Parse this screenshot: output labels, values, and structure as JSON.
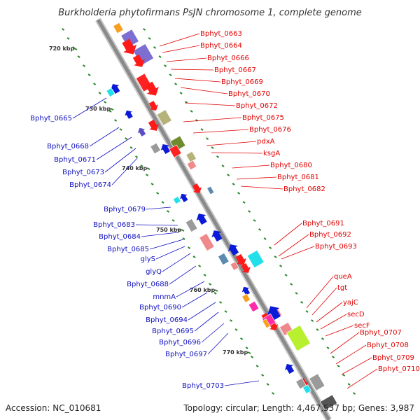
{
  "title": "Burkholderia phytofirmans PsJN chromosome 1, complete genome",
  "footer": {
    "accession": "Accession: NC_010681",
    "topology": "Topology: circular; Length: 4,467,537 bp; Genes: 3,987"
  },
  "colors": {
    "backbone": "#8a8a8a",
    "forward_label": "#e00000",
    "reverse_label": "#1010c0",
    "tick": "#2a8a2a",
    "purple": "#7d6fd1",
    "olive": "#b5b37a",
    "dark_olive": "#6e8c2e",
    "pink": "#f08a8a",
    "cyan": "#22e0ea",
    "lime": "#b8f030",
    "magenta": "#ff2aa8",
    "orange": "#f7a020",
    "steel": "#5a8ab0",
    "gray": "#9a9a9a"
  },
  "scale_marks": [
    "720 kbp",
    "730 kbp",
    "740 kbp",
    "750 kbp",
    "760 kbp",
    "770 kbp"
  ],
  "forward_genes": [
    "Bphyt_0663",
    "Bphyt_0664",
    "Bphyt_0666",
    "Bphyt_0667",
    "Bphyt_0669",
    "Bphyt_0670",
    "Bphyt_0672",
    "Bphyt_0675",
    "Bphyt_0676",
    "pdxA",
    "ksgA",
    "Bphyt_0680",
    "Bphyt_0681",
    "Bphyt_0682",
    "Bphyt_0691",
    "Bphyt_0692",
    "Bphyt_0693",
    "queA",
    "tgt",
    "yajC",
    "secD",
    "secF",
    "Bphyt_0707",
    "Bphyt_0708",
    "Bphyt_0709",
    "Bphyt_0710"
  ],
  "reverse_genes": [
    "Bphyt_0665",
    "Bphyt_0668",
    "Bphyt_0671",
    "Bphyt_0673",
    "Bphyt_0674",
    "Bphyt_0679",
    "Bphyt_0683",
    "Bphyt_0684",
    "Bphyt_0685",
    "glyS",
    "glyQ",
    "Bphyt_0688",
    "mnmA",
    "Bphyt_0690",
    "Bphyt_0694",
    "Bphyt_0695",
    "Bphyt_0696",
    "Bphyt_0697",
    "Bphyt_0703"
  ]
}
